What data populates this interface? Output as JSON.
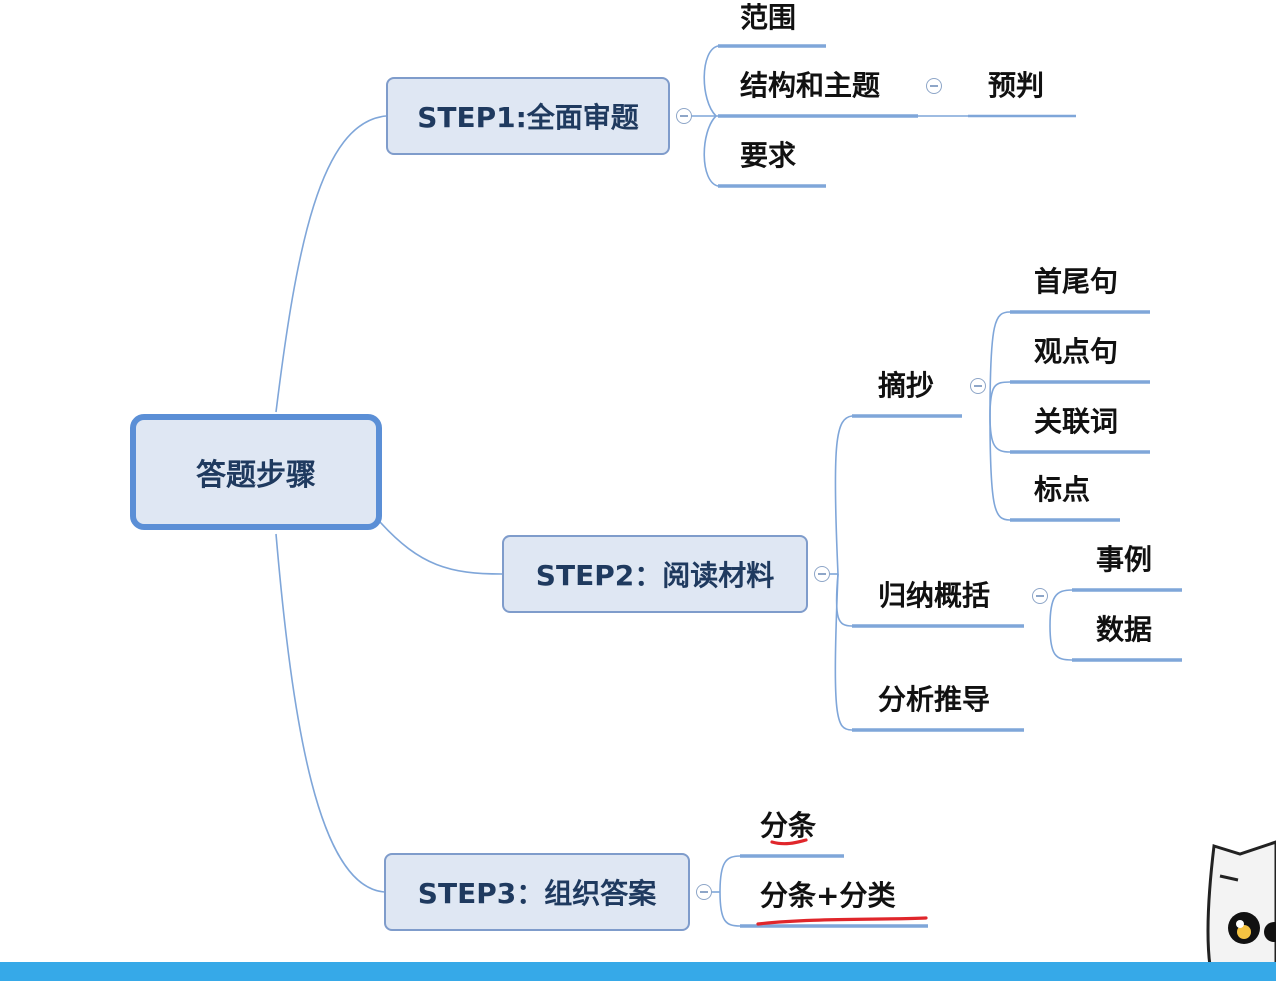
{
  "root": {
    "label": "答题步骤"
  },
  "step1": {
    "label": "STEP1:全面审题",
    "children": {
      "scope": "范围",
      "structure": "结构和主题",
      "predict": "预判",
      "requirement": "要求"
    }
  },
  "step2": {
    "label": "STEP2：阅读材料",
    "children": {
      "excerpt": "摘抄",
      "first_last": "首尾句",
      "viewpoint": "观点句",
      "connectives": "关联词",
      "punctuation": "标点",
      "summarize": "归纳概括",
      "examples": "事例",
      "data": "数据",
      "infer": "分析推导"
    }
  },
  "step3": {
    "label": "STEP3：组织答案",
    "children": {
      "itemize": "分条",
      "itemize_classify": "分条+分类"
    }
  },
  "colors": {
    "connector": "#7fa6d9",
    "node_fill": "#dfe7f3",
    "node_border": "#7f9ccb",
    "underline_red": "#e0262b",
    "bottom_bar": "#36a9e8"
  }
}
